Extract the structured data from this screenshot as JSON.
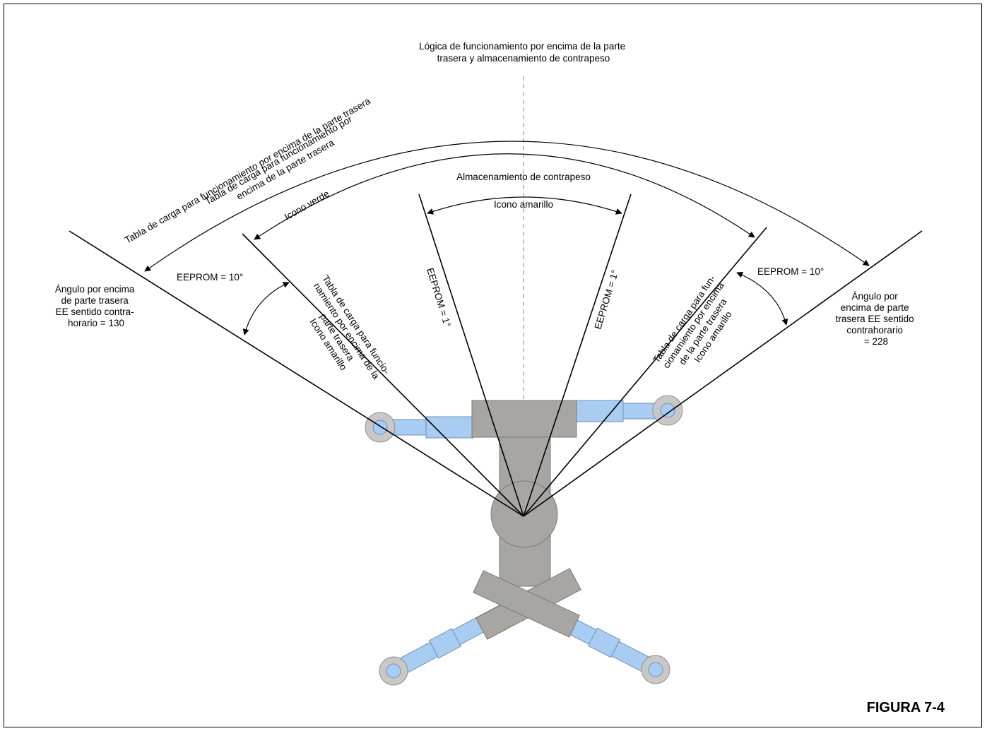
{
  "title_lines": [
    "Lógica de funcionamiento por encima de la parte",
    "trasera y almacenamiento de contrapeso"
  ],
  "outer_arc_label": "Tabla de carga para funcionamiento por encima de la parte trasera",
  "inner_arc_label": [
    "Tabla de carga para funcionamiento por",
    "encima de la parte trasera"
  ],
  "inner_arc_icon": "Icono verde",
  "counterweight_title": "Almacenamiento de contrapeso",
  "counterweight_icon": "Icono amarillo",
  "eeprom_left": "EEPROM = 10°",
  "eeprom_right": "EEPROM = 10°",
  "eeprom_center_left": "EEPROM = 1°",
  "eeprom_center_right": "EEPROM = 1°",
  "left_zone_label": [
    "Tabla de carga para funcio-",
    "namiento por encima de la",
    "parte trasera",
    "Icono amarillo"
  ],
  "right_zone_label": [
    "Tabla de carga para fun-",
    "cionamiento por encima",
    "de la parte trasera",
    "Icono amarillo"
  ],
  "left_angle_label": [
    "Ángulo por encima",
    "de parte trasera",
    "EE sentido contra-",
    "horario = 130"
  ],
  "right_angle_label": [
    "Ángulo por",
    "encima de parte",
    "trasera EE sentido",
    "contrahorario",
    "= 228"
  ],
  "figure_label": "FIGURA 7-4",
  "colors": {
    "body_gray": "#a8a6a2",
    "outrigger_blue": "#a9cdf2",
    "pad_gray": "#c9c8c6"
  }
}
